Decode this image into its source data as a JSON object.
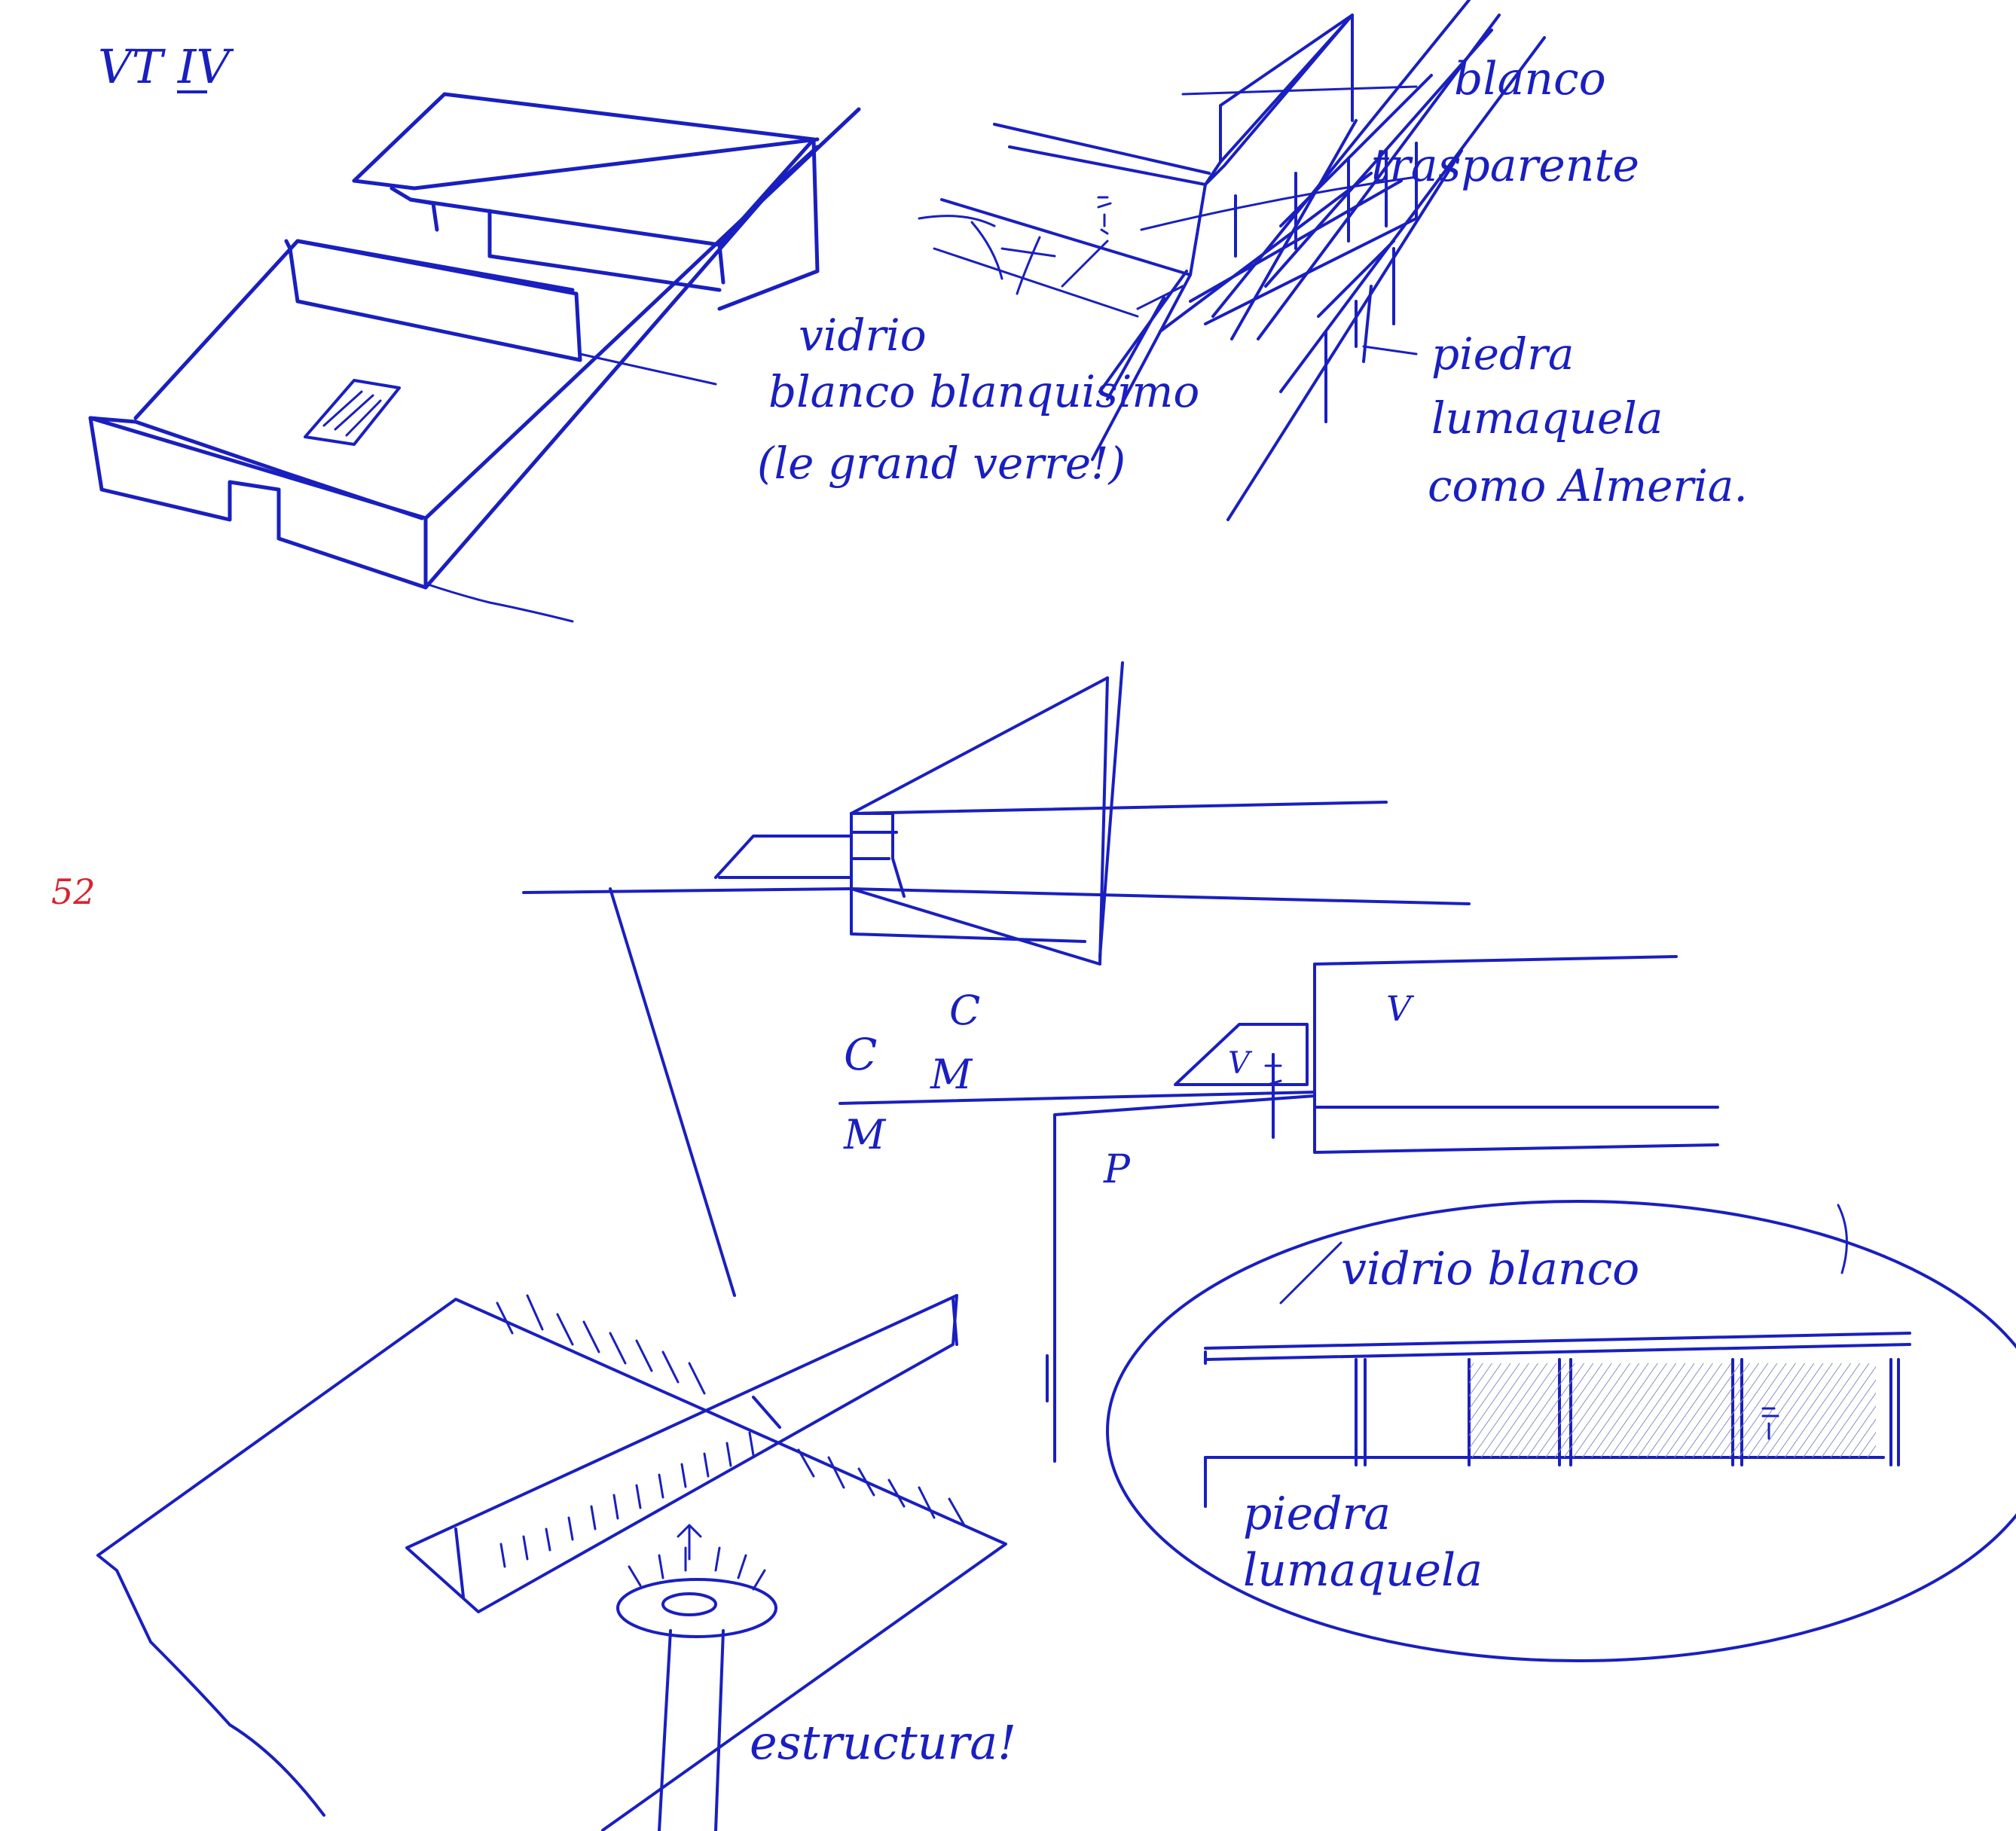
{
  "colors": {
    "ink": "#1a1fbf",
    "page_number": "#d9232e",
    "paper": "#ffffff",
    "hatch": "#8a8fc8"
  },
  "labels": {
    "sheet_code": "VT IV",
    "page_number": "52",
    "blanco": "blanco",
    "transparente": "trasparente",
    "vidrio": "vidrio",
    "blanco_blanquisimo": "blanco blanquisimo",
    "le_grand_verre": "(le grand verre!)",
    "piedra": "piedra",
    "lumaquela": "lumaquela",
    "como_almeria": "como Almeria.",
    "c_left": "C",
    "m_upper": "M",
    "c_upper": "C",
    "m_lower": "M",
    "v_upper": "V",
    "v_lower": "V",
    "p": "P",
    "vidrio_blanco": "vidrio blanco",
    "piedra_lower": "piedra",
    "lumaquela_lower": "lumaquela",
    "estructura": "estructura!"
  }
}
